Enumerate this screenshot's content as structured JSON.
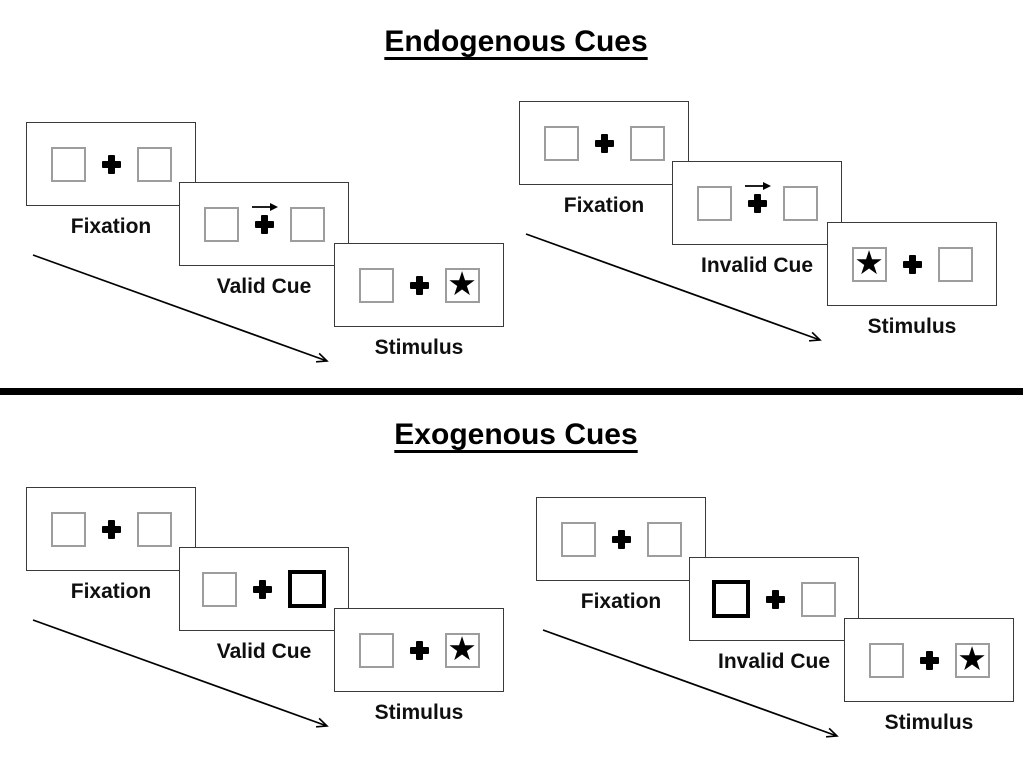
{
  "sections": [
    {
      "id": "endogenous",
      "title": "Endogenous Cues",
      "panels": [
        {
          "id": "endogenous-valid",
          "frames": [
            {
              "label": "Fixation",
              "left": "empty",
              "right": "empty",
              "cue_arrow": false
            },
            {
              "label": "Valid Cue",
              "left": "empty",
              "right": "empty",
              "cue_arrow": true
            },
            {
              "label": "Stimulus",
              "left": "empty",
              "right": "star",
              "cue_arrow": false
            }
          ]
        },
        {
          "id": "endogenous-invalid",
          "frames": [
            {
              "label": "Fixation",
              "left": "empty",
              "right": "empty",
              "cue_arrow": false
            },
            {
              "label": "Invalid Cue",
              "left": "empty",
              "right": "empty",
              "cue_arrow": true
            },
            {
              "label": "Stimulus",
              "left": "star",
              "right": "empty",
              "cue_arrow": false
            }
          ]
        }
      ]
    },
    {
      "id": "exogenous",
      "title": "Exogenous Cues",
      "panels": [
        {
          "id": "exogenous-valid",
          "frames": [
            {
              "label": "Fixation",
              "left": "empty",
              "right": "empty",
              "cue_arrow": false
            },
            {
              "label": "Valid Cue",
              "left": "empty",
              "right": "bold",
              "cue_arrow": false
            },
            {
              "label": "Stimulus",
              "left": "empty",
              "right": "star",
              "cue_arrow": false
            }
          ]
        },
        {
          "id": "exogenous-invalid",
          "frames": [
            {
              "label": "Fixation",
              "left": "empty",
              "right": "empty",
              "cue_arrow": false
            },
            {
              "label": "Invalid Cue",
              "left": "bold",
              "right": "empty",
              "cue_arrow": false
            },
            {
              "label": "Stimulus",
              "left": "empty",
              "right": "star",
              "cue_arrow": false
            }
          ]
        }
      ]
    }
  ],
  "icons": {
    "star": "★",
    "cue_arrow_direction": "right",
    "fixation_cross": "plus"
  },
  "colors": {
    "background": "#ffffff",
    "ink": "#000000",
    "frame_border": "#3a3a3a",
    "placeholder_border": "#9d9d9d"
  }
}
